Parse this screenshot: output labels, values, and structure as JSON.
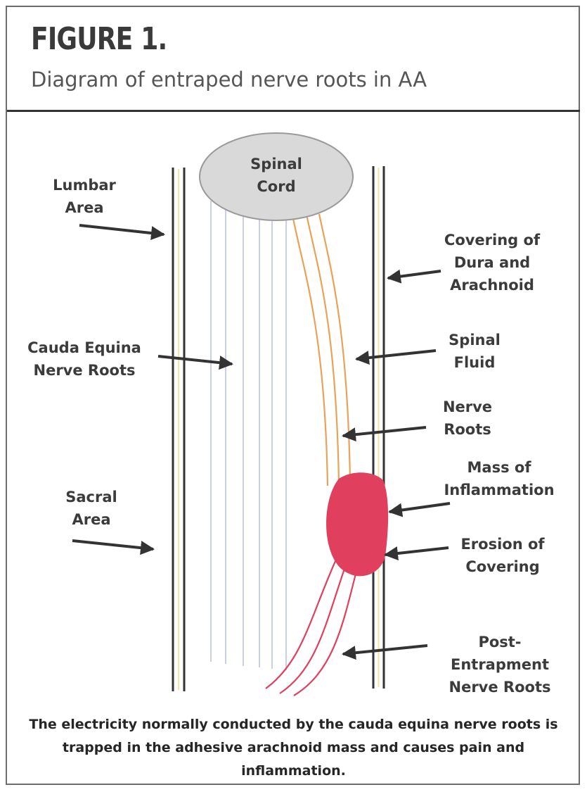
{
  "figure": {
    "title": "FIGURE 1.",
    "subtitle": "Diagram of entraped nerve roots in AA"
  },
  "labels": {
    "spinal_cord": [
      "Spinal",
      "Cord"
    ],
    "lumbar_area": [
      "Lumbar",
      "Area"
    ],
    "covering": [
      "Covering of",
      "Dura and",
      "Arachnoid"
    ],
    "cauda_equina": [
      "Cauda Equina",
      "Nerve Roots"
    ],
    "spinal_fluid": [
      "Spinal",
      "Fluid"
    ],
    "nerve_roots": [
      "Nerve",
      "Roots"
    ],
    "mass": [
      "Mass of",
      "Inflammation"
    ],
    "sacral_area": [
      "Sacral",
      "Area"
    ],
    "erosion": [
      "Erosion of",
      "Covering"
    ],
    "post_entrapment": [
      "Post-",
      "Entrapment",
      "Nerve Roots"
    ]
  },
  "caption": "The electricity normally conducted by the cauda equina nerve roots is trapped in the adhesive arachnoid mass and causes pain and inflammation.",
  "colors": {
    "cord_fill": "#d9d9d9",
    "nerve_root": "#e8a25a",
    "inflammation": "#e0405e",
    "post_root": "#e0405e",
    "cauda_line": "#b9c0d8",
    "arrow": "#333333"
  }
}
